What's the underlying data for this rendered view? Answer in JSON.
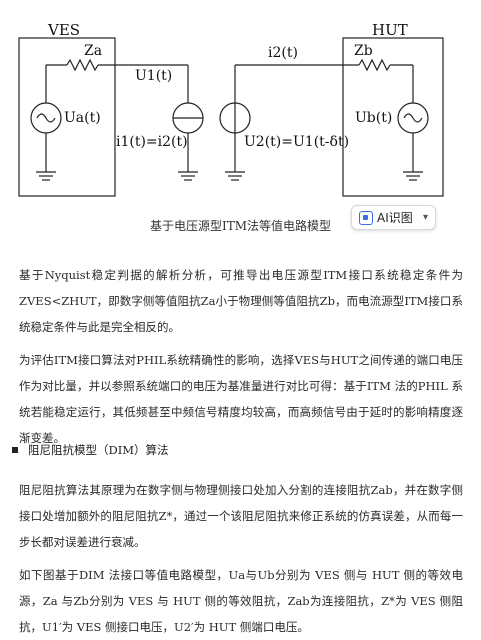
{
  "circuit": {
    "ves_label": "VES",
    "hut_label": "HUT",
    "za_label": "Za",
    "zb_label": "Zb",
    "u1_label": "U1(t)",
    "i2_label": "i2(t)",
    "ua_label": "Ua(t)",
    "ub_label": "Ub(t)",
    "i_eq_label": "i1(t)=i2(t)",
    "u_eq_label": "U2(t)=U1(t-δt)"
  },
  "caption": "基于电压源型ITM法等值电路模型",
  "ai_button": {
    "label": "AI识图",
    "icon": "ai-scan-icon"
  },
  "paragraphs": {
    "p1": "基于Nyquist稳定判据的解析分析，可推导出电压源型ITM接口系统稳定条件为ZVES<ZHUT，即数字侧等值阻抗Za小于物理侧等值阻抗Zb，而电流源型ITM接口系统稳定条件与此是完全相反的。",
    "p2": "为评估ITM接口算法对PHIL系统精确性的影响，选择VES与HUT之间传递的端口电压作为对比量，并以参照系统端口的电压为基准量进行对比可得：基于ITM 法的PHIL 系统若能稳定运行，其低频甚至中频信号精度均较高，而高频信号由于延时的影响精度逐渐变差。",
    "heading": "阻尼阻抗模型（DIM）算法",
    "p3": "阻尼阻抗算法其原理为在数字侧与物理侧接口处加入分割的连接阻抗Zab，并在数字侧接口处增加额外的阻尼阻抗Z*，通过一个该阻尼阻抗来修正系统的仿真误差，从而每一步长都对误差进行衰减。",
    "p4": "如下图基于DIM 法接口等值电路模型，Ua与Ub分别为 VES 侧与 HUT 侧的等效电源，Za 与Zb分别为 VES 与 HUT 侧的等效阻抗，Zab为连接阻抗，Z*为 VES 侧阻抗，U1′为 VES 侧接口电压，U2′为 HUT 侧端口电压。"
  }
}
